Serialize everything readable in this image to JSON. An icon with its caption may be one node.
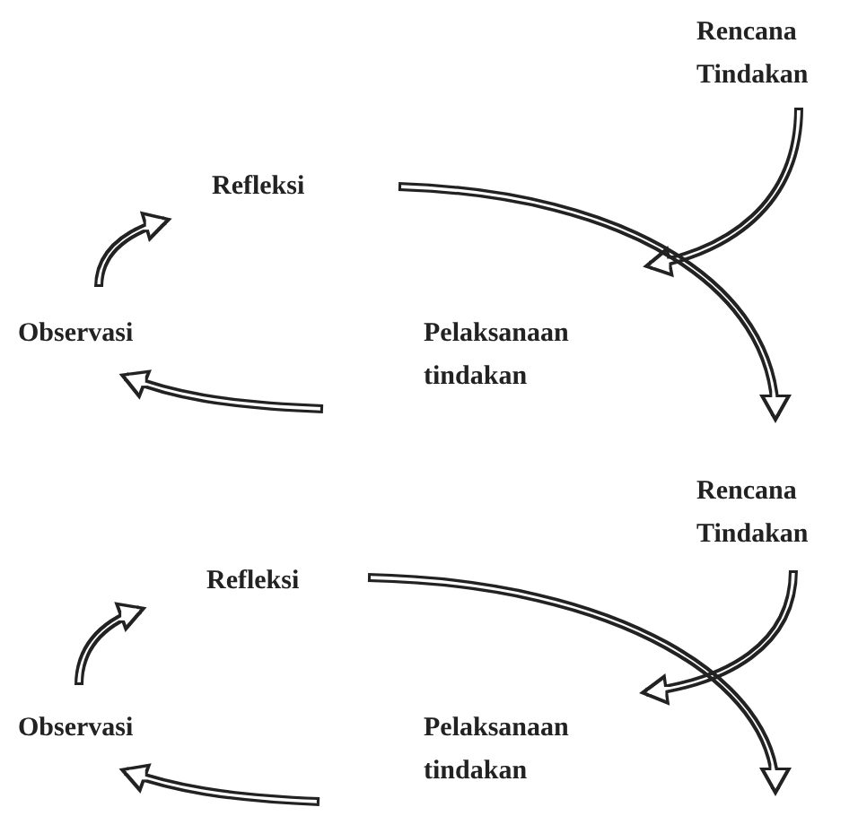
{
  "diagram": {
    "nodes": [
      {
        "text": [
          "Rencana Tindakan"
        ]
      },
      {
        "text": [
          "Refleksi"
        ]
      },
      {
        "text": [
          "Observasi"
        ]
      },
      {
        "text": [
          "Pelaksanaan tindakan"
        ]
      },
      {
        "text": [
          "Rencana Tindakan"
        ]
      },
      {
        "text": [
          "Refleksi"
        ]
      },
      {
        "text": [
          "Observasi"
        ]
      },
      {
        "text": [
          "Pelaksanaan tindakan"
        ]
      }
    ],
    "edges": [
      {
        "from": 0,
        "to": 3,
        "arrow": "to"
      },
      {
        "from": 3,
        "to": 2,
        "arrow": "to"
      },
      {
        "from": 2,
        "to": 1,
        "arrow": "to"
      },
      {
        "from": 1,
        "to": 4,
        "arrow": "to"
      },
      {
        "from": 4,
        "to": 7,
        "arrow": "to"
      },
      {
        "from": 7,
        "to": 6,
        "arrow": "to"
      },
      {
        "from": 6,
        "to": 5,
        "arrow": "to"
      },
      {
        "from": 5,
        "to": null,
        "arrow": "to"
      }
    ]
  }
}
